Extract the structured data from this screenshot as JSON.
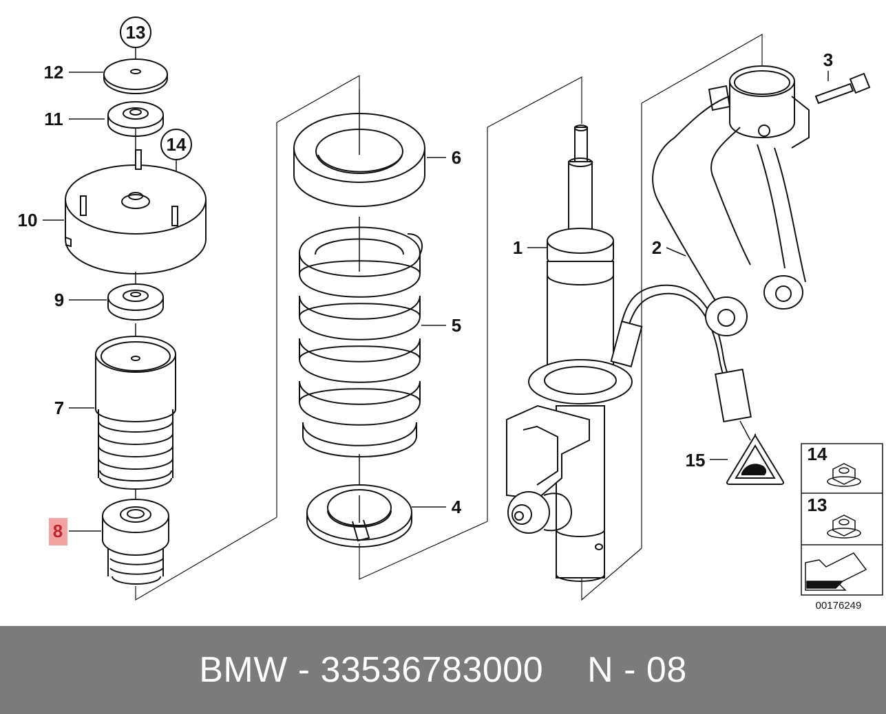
{
  "callouts": {
    "c1": "1",
    "c2": "2",
    "c3": "3",
    "c4": "4",
    "c5": "5",
    "c6": "6",
    "c7": "7",
    "c8": "8",
    "c9": "9",
    "c10": "10",
    "c11": "11",
    "c12": "12",
    "c13": "13",
    "c14": "14",
    "c15": "15",
    "legend14": "14",
    "legend13": "13"
  },
  "highlight_color": "#f4a3a3",
  "highlight_text_color": "#c0262d",
  "reference_number": "00176249",
  "footer": {
    "left": "BMW - 33536783000",
    "right": "N - 08"
  }
}
